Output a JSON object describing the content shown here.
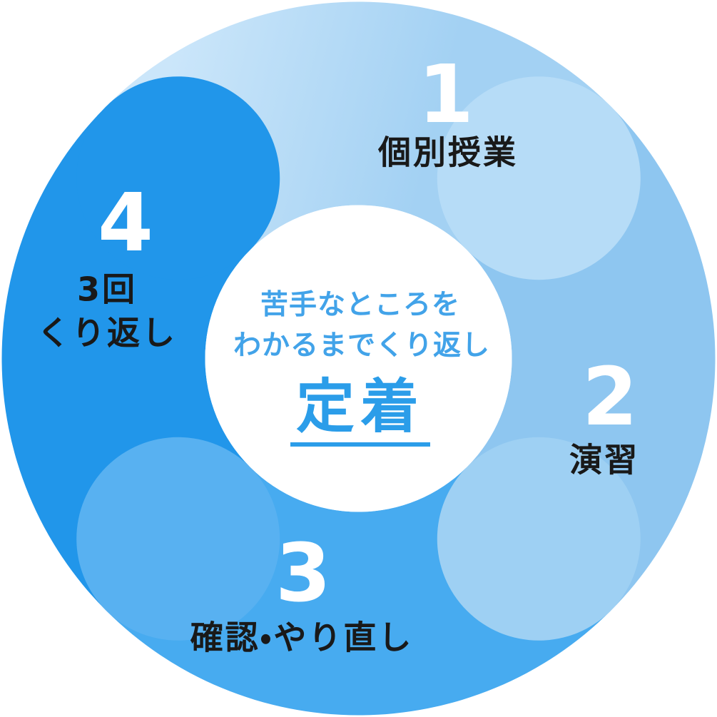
{
  "diagram": {
    "type": "cycle-swirl",
    "steps": [
      {
        "number": "1",
        "label": "個別授業"
      },
      {
        "number": "2",
        "label": "演習"
      },
      {
        "number": "3",
        "label": "確認・やり直し"
      },
      {
        "number": "4",
        "label_lines": [
          "3回",
          "くり返し"
        ]
      }
    ],
    "center": {
      "caption_lines": [
        "苦手なところを",
        "わかるまでくり返し"
      ],
      "keyword": "定着"
    },
    "colors": {
      "petal_1_tail": "#cbe6fa",
      "petal_1_head": "#a3d1f3",
      "cap_1": "#b6dcf7",
      "petal_2": "#8ec6f0",
      "cap_2": "#9ed0f3",
      "petal_3": "#47abf0",
      "cap_3": "#58b1f1",
      "petal_4": "#2196ea",
      "cap_4": "#2196ea",
      "center_bg": "#ffffff",
      "caption_text": "#42a3e9",
      "keyword_text": "#2b9de9",
      "step_label_text": "#191919",
      "number_text": "#ffffff"
    }
  }
}
